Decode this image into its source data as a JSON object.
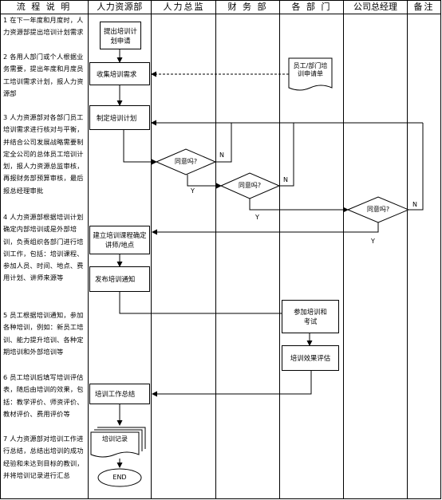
{
  "headers": {
    "process": "流 程 说 明",
    "hr": "人力资源部",
    "hr_director": "人力总监",
    "finance": "财 务 部",
    "departments": "各 部 门",
    "gm": "公司总经理",
    "notes": "备注"
  },
  "steps": [
    {
      "num": "1",
      "text": "在下一年度和月度时，人力资源部提出培训计划需求"
    },
    {
      "num": "2",
      "text": "各用人部门或个人根据业务需要，提出年度和月度员工培训需求计划，报人力资源部"
    },
    {
      "num": "3",
      "text": "人力资源部对各部门员工培训需求进行核对与平衡，并结合公司发展战略需要制定全公司的总体员工培训计划，报人力资源总监审核，再报财务部预算审核，最后报总经理审批"
    },
    {
      "num": "4",
      "text": "人力资源部根据培训计划确定内部培训或是外部培训，负责组织各部门进行培训工作，包括：培训课程、参加人员、时间、地点、费用计划、讲师来源等"
    },
    {
      "num": "5",
      "text": "员工根据培训通知，参加各种培训，例如：新员工培训、能力提升培训、各种定期培训和外部培训等"
    },
    {
      "num": "6",
      "text": "员工培训后填写培训评估表，随后由培训的效果，包括：教学评价、师资评价、教材评价、费用评价等"
    },
    {
      "num": "7",
      "text": "人力资源部对培训工作进行总结，总结出培训的成功经验和未达到目标的教训，并将培训记录进行汇总"
    }
  ],
  "nodes": {
    "propose": "提出培训计划申请",
    "collect": "收集培训需求",
    "employee_doc": "员工/部门培训申请单",
    "make_plan": "制定培训计划",
    "agree1": "同意吗?",
    "agree2": "同意吗?",
    "agree3": "同意吗?",
    "build": "建立培训课程确定讲师/地点",
    "notice": "发布培训通知",
    "attend": "参加培训和考试",
    "evaluate": "培训效果评估",
    "summary": "培训工作总结",
    "records": "培训记录",
    "end": "END"
  },
  "labels": {
    "yes1": "Y",
    "yes2": "Y",
    "yes3": "Y",
    "no1": "N",
    "no2": "N",
    "no3": "N"
  }
}
